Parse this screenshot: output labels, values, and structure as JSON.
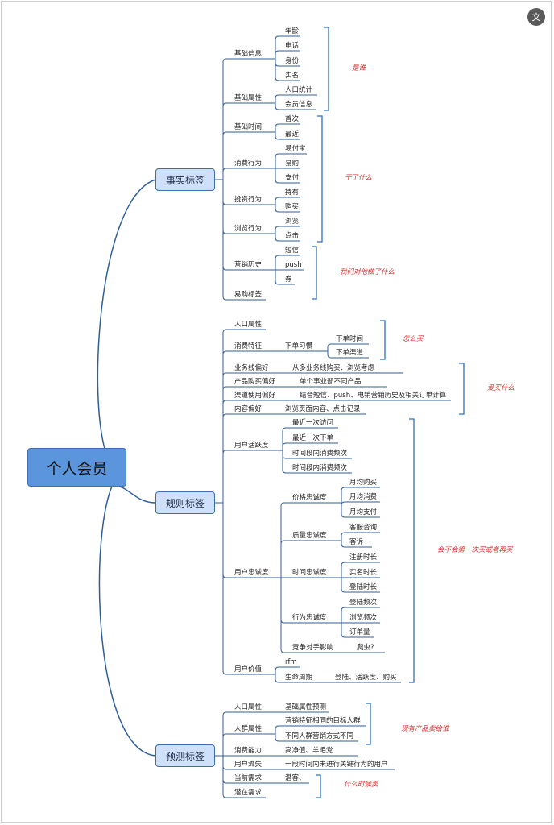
{
  "root": "个人会员",
  "translate_icon": "文",
  "branches": {
    "fact": "事实标签",
    "rule": "规则标签",
    "predict": "预测标签"
  },
  "fact": {
    "basic_info": {
      "label": "基础信息",
      "items": [
        "年龄",
        "电话",
        "身份",
        "实名"
      ]
    },
    "basic_attr": {
      "label": "基础属性",
      "items": [
        "人口统计",
        "会员信息"
      ]
    },
    "basic_time": {
      "label": "基础时间",
      "items": [
        "首次",
        "最近"
      ]
    },
    "consume": {
      "label": "消费行为",
      "items": [
        "易付宝",
        "易购",
        "支付"
      ]
    },
    "invest": {
      "label": "投资行为",
      "items": [
        "持有",
        "购买"
      ]
    },
    "browse": {
      "label": "浏览行为",
      "items": [
        "浏览",
        "点击"
      ]
    },
    "marketing": {
      "label": "营销历史",
      "items": [
        "短信",
        "push",
        "券"
      ]
    },
    "yigou_tag": "易购标签",
    "annotations": [
      "是谁",
      "干了什么",
      "我们对他做了什么"
    ]
  },
  "rule": {
    "population": "人口属性",
    "consume_feature": {
      "label": "消费特征",
      "sub": "下单习惯",
      "items": [
        "下单时间",
        "下单渠道"
      ]
    },
    "biz_pref": {
      "label": "业务线偏好",
      "desc": "从多业务线购买、浏览考虑"
    },
    "product_pref": {
      "label": "产品购买偏好",
      "desc": "单个事业部不同产品"
    },
    "channel_pref": {
      "label": "渠道使用偏好",
      "desc": "结合短信、push、电销营销历史及相关订单计算"
    },
    "content_pref": {
      "label": "内容偏好",
      "desc": "浏览页面内容、点击记录"
    },
    "activity": {
      "label": "用户活跃度",
      "items": [
        "最近一次访问",
        "最近一次下单",
        "时间段内消费频次",
        "时间段内消费频次"
      ]
    },
    "loyalty": {
      "label": "用户忠诚度",
      "price": {
        "label": "价格忠诚度",
        "items": [
          "月均购买",
          "月均消费",
          "月均支付"
        ]
      },
      "quality": {
        "label": "质量忠诚度",
        "items": [
          "客服咨询",
          "客诉"
        ]
      },
      "time": {
        "label": "时间忠诚度",
        "items": [
          "注册时长",
          "实名时长",
          "登陆时长"
        ]
      },
      "behavior": {
        "label": "行为忠诚度",
        "items": [
          "登陆频次",
          "浏览频次",
          "订单量"
        ]
      },
      "competitor": {
        "label": "竞争对手影响",
        "value": "爬虫?"
      }
    },
    "value": {
      "label": "用户价值",
      "rfm": "rfm",
      "lifecycle": "生命周期",
      "lifecycle_desc": "登陆、活跃度、购买"
    },
    "annotations": [
      "怎么买",
      "爱买什么",
      "会不会第一次买或者再买"
    ]
  },
  "predict": {
    "population": {
      "label": "人口属性",
      "desc": "基础属性预测"
    },
    "crowd": {
      "label": "人群属性",
      "items": [
        "营销特征相同的目标人群",
        "不同人群营销方式不同"
      ]
    },
    "ability": {
      "label": "消费能力",
      "desc": "高净值、羊毛党"
    },
    "churn": {
      "label": "用户流失",
      "desc": "一段时间内未进行关键行为的用户"
    },
    "current_need": {
      "label": "当前需求",
      "desc": "潜客、"
    },
    "potential_need": "潜在需求",
    "annotations": [
      "现有产品卖给谁",
      "什么时候卖"
    ]
  },
  "colors": {
    "line": "#2f5f9a",
    "bracket": "#2f6fc8",
    "annotation": "#d9302c",
    "root_fill": "#5b95dc",
    "branch_fill": "#cfe1fa"
  }
}
